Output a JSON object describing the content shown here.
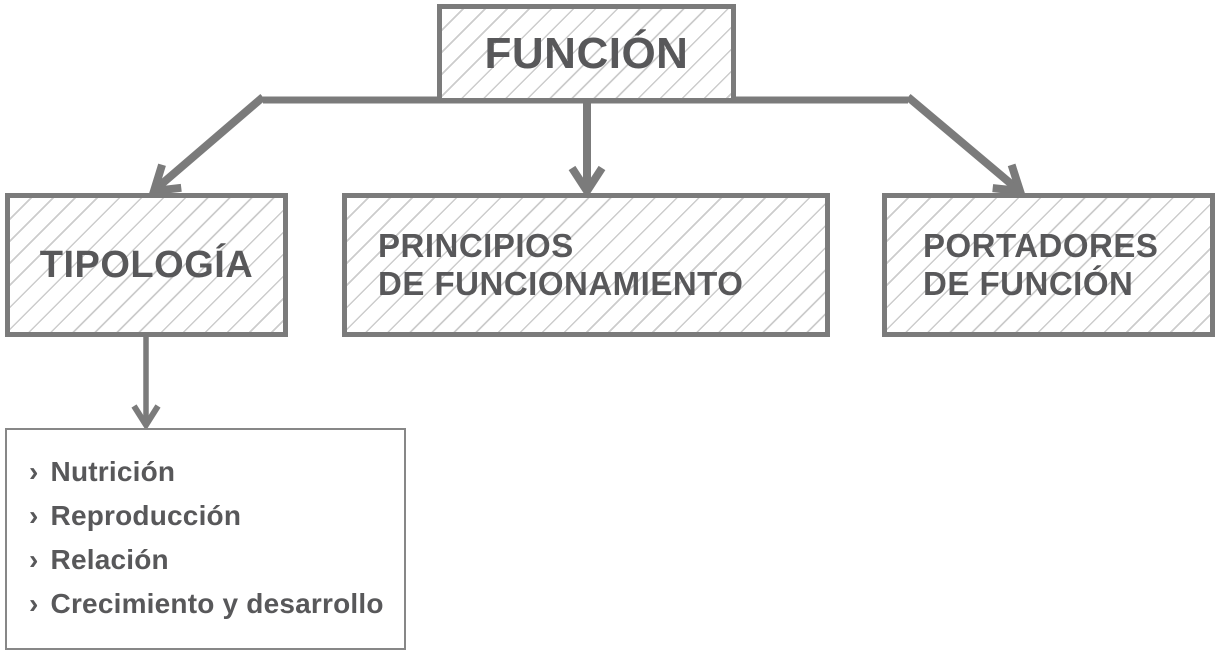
{
  "diagram": {
    "root_label": "FUNCIÓN",
    "branches": {
      "tipologia": "TIPOLOGÍA",
      "principios": "PRINCIPIOS\nDE FUNCIONAMIENTO",
      "portadores": "PORTADORES\nDE FUNCIÓN"
    },
    "bullet": "›",
    "typology_items": [
      "Nutrición",
      "Reproducción",
      "Relación",
      "Crecimiento y desarrollo"
    ]
  },
  "colors": {
    "line_gray": "#7b7b7b",
    "text_gray": "#58585a",
    "hatch_gray": "#cccccc",
    "list_border_gray": "#878787",
    "background": "#ffffff"
  }
}
